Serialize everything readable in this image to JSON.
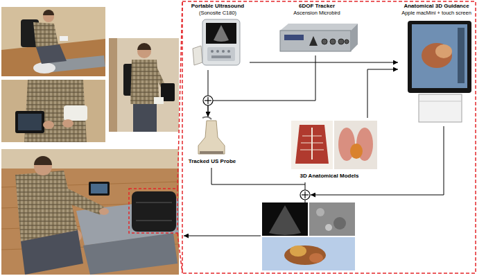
{
  "diagram": {
    "nodes": [
      {
        "text": [
          "Portable Ultrasound",
          "(Sonosite C180)"
        ]
      },
      {
        "text": [
          "6DOF Tracker",
          "Ascension Microbird"
        ]
      },
      {
        "text": [
          "Anatomical 3D Guidance",
          "Apple macMini + touch screen"
        ]
      },
      {
        "text": [
          "Tracked US Probe"
        ]
      },
      {
        "text": [
          "3D Anatomical Models"
        ]
      }
    ],
    "edges": [
      {
        "from": 0,
        "to": 3,
        "arrow": "to"
      },
      {
        "from": 1,
        "to": 3,
        "arrow": "to"
      },
      {
        "from": 0,
        "to": 2,
        "arrow": "to"
      },
      {
        "from": 4,
        "to": 2,
        "arrow": "to"
      }
    ]
  }
}
